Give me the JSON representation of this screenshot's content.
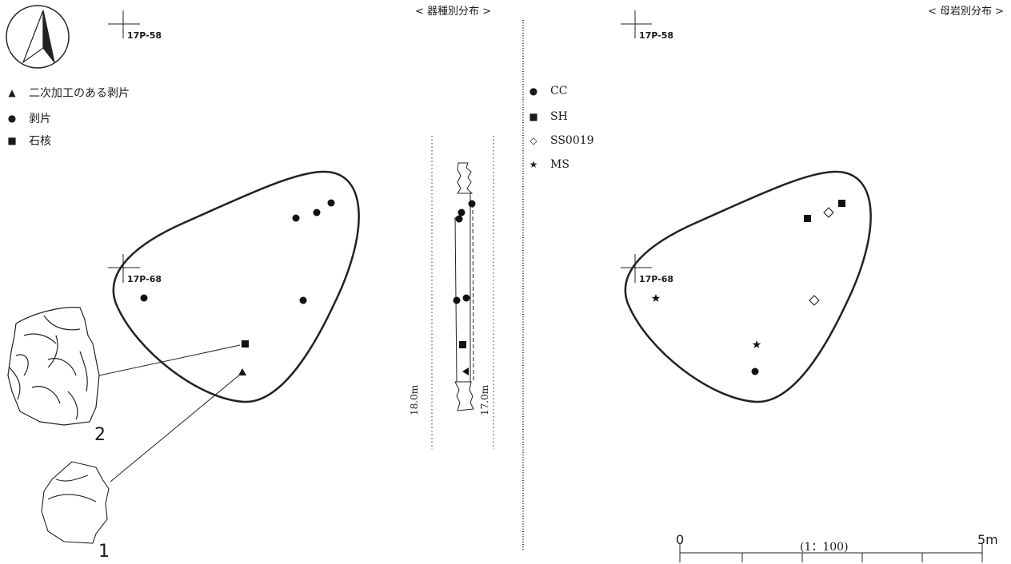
{
  "left_panel": {
    "title": "< 器種別分布 >",
    "legend": [
      {
        "symbol": "▲",
        "label": "二次加工のある剥片"
      },
      {
        "symbol": "●",
        "label": "剥片"
      },
      {
        "symbol": "■",
        "label": "石核"
      }
    ],
    "grid_markers": [
      "17P-58",
      "17P-68"
    ],
    "artifact_labels": [
      "2",
      "1"
    ]
  },
  "section": {
    "left_level": "18.0m",
    "right_level": "17.0m"
  },
  "right_panel": {
    "title": "< 母岩別分布 >",
    "legend": [
      {
        "symbol": "●",
        "label": "CC"
      },
      {
        "symbol": "■",
        "label": "SH"
      },
      {
        "symbol": "◇",
        "label": "SS0019"
      },
      {
        "symbol": "★",
        "label": "MS"
      }
    ],
    "grid_markers": [
      "17P-58",
      "17P-68"
    ]
  },
  "scale_bar": {
    "start": "0",
    "end": "5m",
    "ratio": "(1：100)"
  },
  "north_arrow": "north-arrow-icon"
}
